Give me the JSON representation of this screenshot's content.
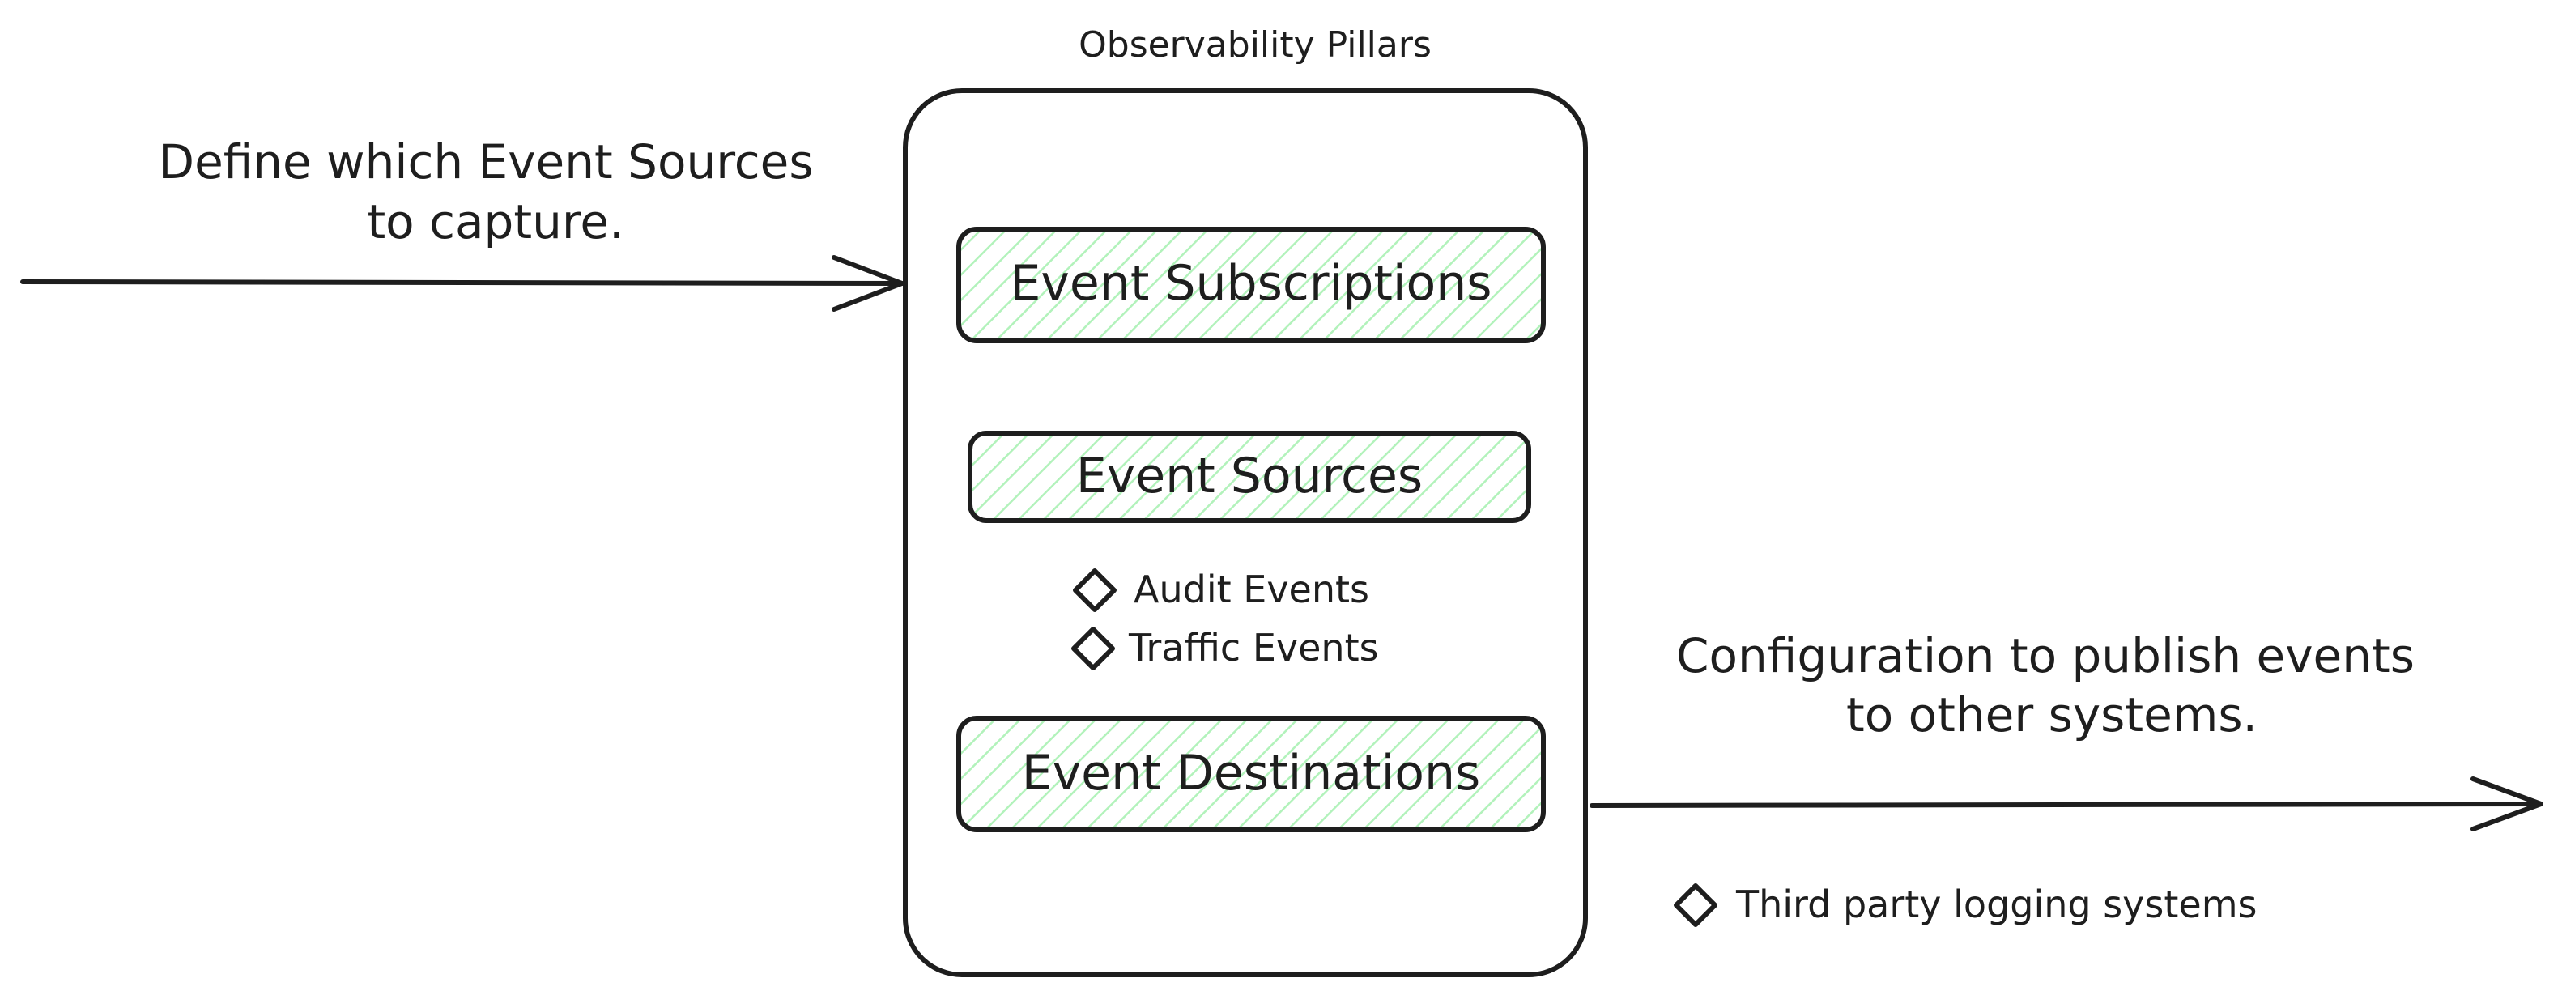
{
  "diagram": {
    "title": "Observability Pillars",
    "left_note": [
      "Define which Event Sources",
      "to capture."
    ],
    "right_note": [
      "Configuration to publish events",
      "to other systems."
    ],
    "boxes": {
      "subscriptions": "Event Subscriptions",
      "sources": "Event Sources",
      "destinations": "Event Destinations"
    },
    "source_bullets": [
      "Audit Events",
      "Traffic Events"
    ],
    "destination_bullets": [
      "Third party logging systems"
    ],
    "colors": {
      "stroke": "#1e1e1e",
      "box_fill": "#ffffff",
      "hatch": "#b2f2bb"
    }
  }
}
